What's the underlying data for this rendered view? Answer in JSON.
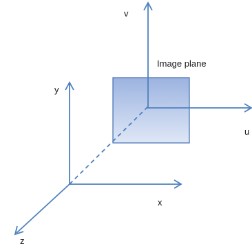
{
  "diagram": {
    "labels": {
      "image_plane": "Image plane",
      "axis_u": "u",
      "axis_v": "v",
      "axis_x": "x",
      "axis_y": "y",
      "axis_z": "z"
    },
    "colors": {
      "axis": "#4f81bd",
      "plane_top": "#9cb3e0",
      "plane_bottom": "#dfe7f6",
      "plane_border": "#3f6db0",
      "text": "#1a1a1a"
    }
  }
}
